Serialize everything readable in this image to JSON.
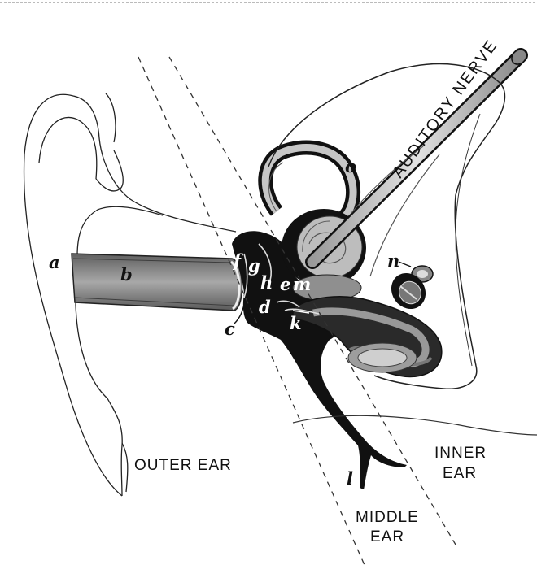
{
  "nerve_label": "AUDITORY NERVE",
  "regions": {
    "outer_ear": "OUTER EAR",
    "middle_ear_line1": "MIDDLE",
    "middle_ear_line2": "EAR",
    "inner_ear_line1": "INNER",
    "inner_ear_line2": "EAR"
  },
  "parts": {
    "a": "a",
    "b": "b",
    "c": "c",
    "d": "d",
    "e": "e",
    "f": "f",
    "g": "g",
    "h": "h",
    "k": "k",
    "l": "l",
    "m": "m",
    "n": "n",
    "o": "o"
  },
  "colors": {
    "ink": "#111111",
    "canal": "#8a8a8a",
    "canal_light": "#c9c9c9",
    "labyrinth": "#b3b3b3",
    "background": "#ffffff"
  }
}
